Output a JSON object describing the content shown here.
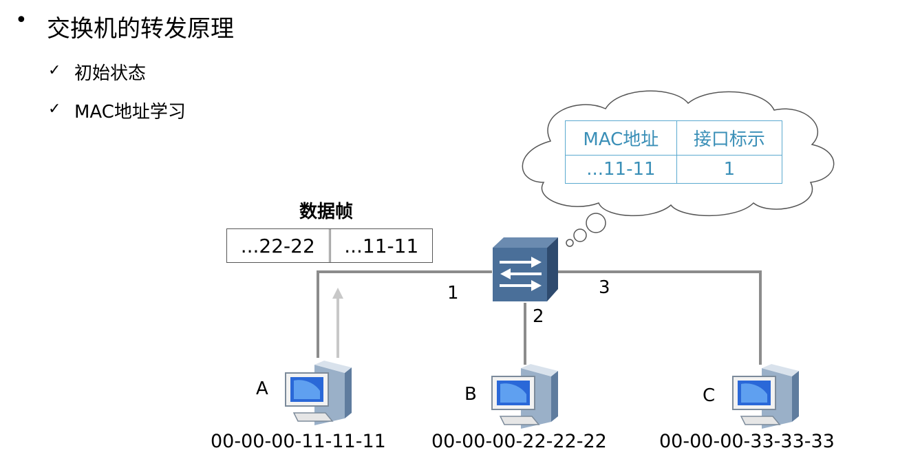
{
  "title": "交换机的转发原理",
  "bullet": "•",
  "sub_items": [
    {
      "check": "✓",
      "label": "初始状态"
    },
    {
      "check": "✓",
      "label": "MAC地址学习"
    }
  ],
  "mac_table": {
    "headers": [
      "MAC地址",
      "接口标示"
    ],
    "rows": [
      [
        "...11-11",
        "1"
      ]
    ]
  },
  "frame": {
    "label": "数据帧",
    "cells": [
      "...22-22",
      "...11-11"
    ]
  },
  "ports": [
    "1",
    "2",
    "3"
  ],
  "hosts": [
    {
      "label": "A",
      "mac": "00-00-00-11-11-11"
    },
    {
      "label": "B",
      "mac": "00-00-00-22-22-22"
    },
    {
      "label": "C",
      "mac": "00-00-00-33-33-33"
    }
  ],
  "colors": {
    "table": "#3a8fb7",
    "switch": "#4a6f99",
    "link": "#8c8c8c"
  }
}
